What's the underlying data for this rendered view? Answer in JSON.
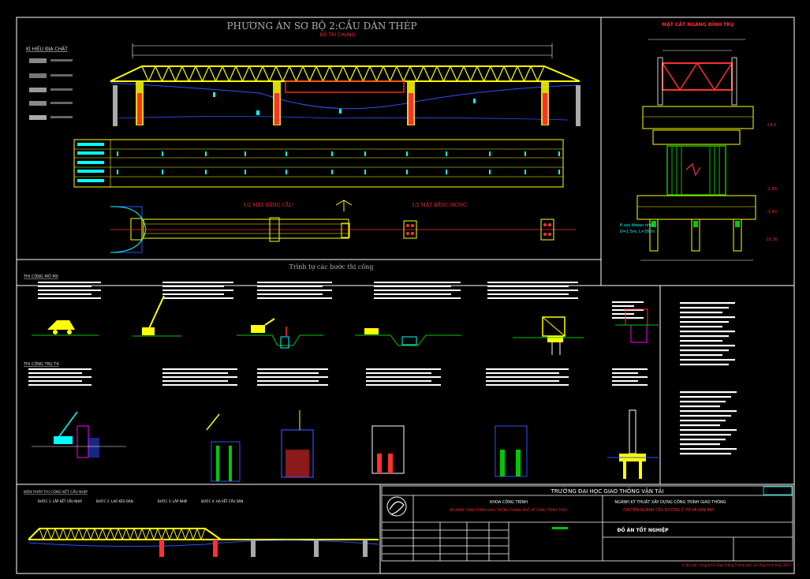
{
  "sheet": {
    "title": "PHƯƠNG ÁN SƠ BỘ 2:CẦU DÀN THÉP",
    "subtitle": "BỐ TRÍ CHUNG",
    "geology_label": "KÍ HIỆU ĐỊA CHẤT",
    "half_deck_plan": "1/2 MẶT BẰNG CẦU",
    "half_foundation_plan": "1/2 MẶT BẰNG MÓNG",
    "cross_section_title": "MẶT CẮT NGANG ĐỈNH TRỤ",
    "pile_note_1": "6 cọc khoan nhồi",
    "pile_note_2": "D=1.5m, L=35 m",
    "levels": [
      "+9.0",
      "-1.40",
      "-3.40",
      "-10.30"
    ],
    "sequence_title": "Trình tự các bước thi công",
    "abutment_section": "THI CÔNG MỐ M0",
    "pier_section": "THI CÔNG TRỤ T4",
    "superstructure_section": "BIỆN PHÁP THI CÔNG KẾT CẤU NHỊP",
    "super_steps": [
      "BƯỚC 1: LẮP KẾT CẤU NHỊP",
      "BƯỚC 2: LAO KÉO DÀN",
      "BƯỚC 3: LẮP NHỊP",
      "BƯỚC 4: HẠ KẾT CẤU DÀN"
    ]
  },
  "title_block": {
    "university": "TRƯỜNG ĐẠI HỌC GIAO THÔNG VẬN TẢI",
    "faculty": "KHOA CÔNG TRÌNH",
    "department": "BỘ MÔN CÔNG TRÌNH GIAO THÔNG THÀNH PHỐ VÀ CÔNG TRÌNH THỦY",
    "major": "NGÀNH KỸ THUẬT XÂY DỰNG CÔNG TRÌNH GIAO THÔNG",
    "specialty": "CHUYÊN NGÀNH CẦU ĐƯỜNG Ô TÔ VÀ SÂN BAY",
    "project": "ĐỒ ÁN TỐT NGHIỆP",
    "copyright": "© Bộ môn Công trình Giao thông Thành phố và Công trình thủy 2017"
  },
  "colors": {
    "frame": "#ffffff",
    "truss": "#ffff00",
    "pier": "#ff4040",
    "pile": "#00c800",
    "water": "#4060ff",
    "cyan": "#00ffff",
    "magenta": "#ff00ff",
    "red_text": "#ff3030",
    "heading": "#cccccc"
  }
}
